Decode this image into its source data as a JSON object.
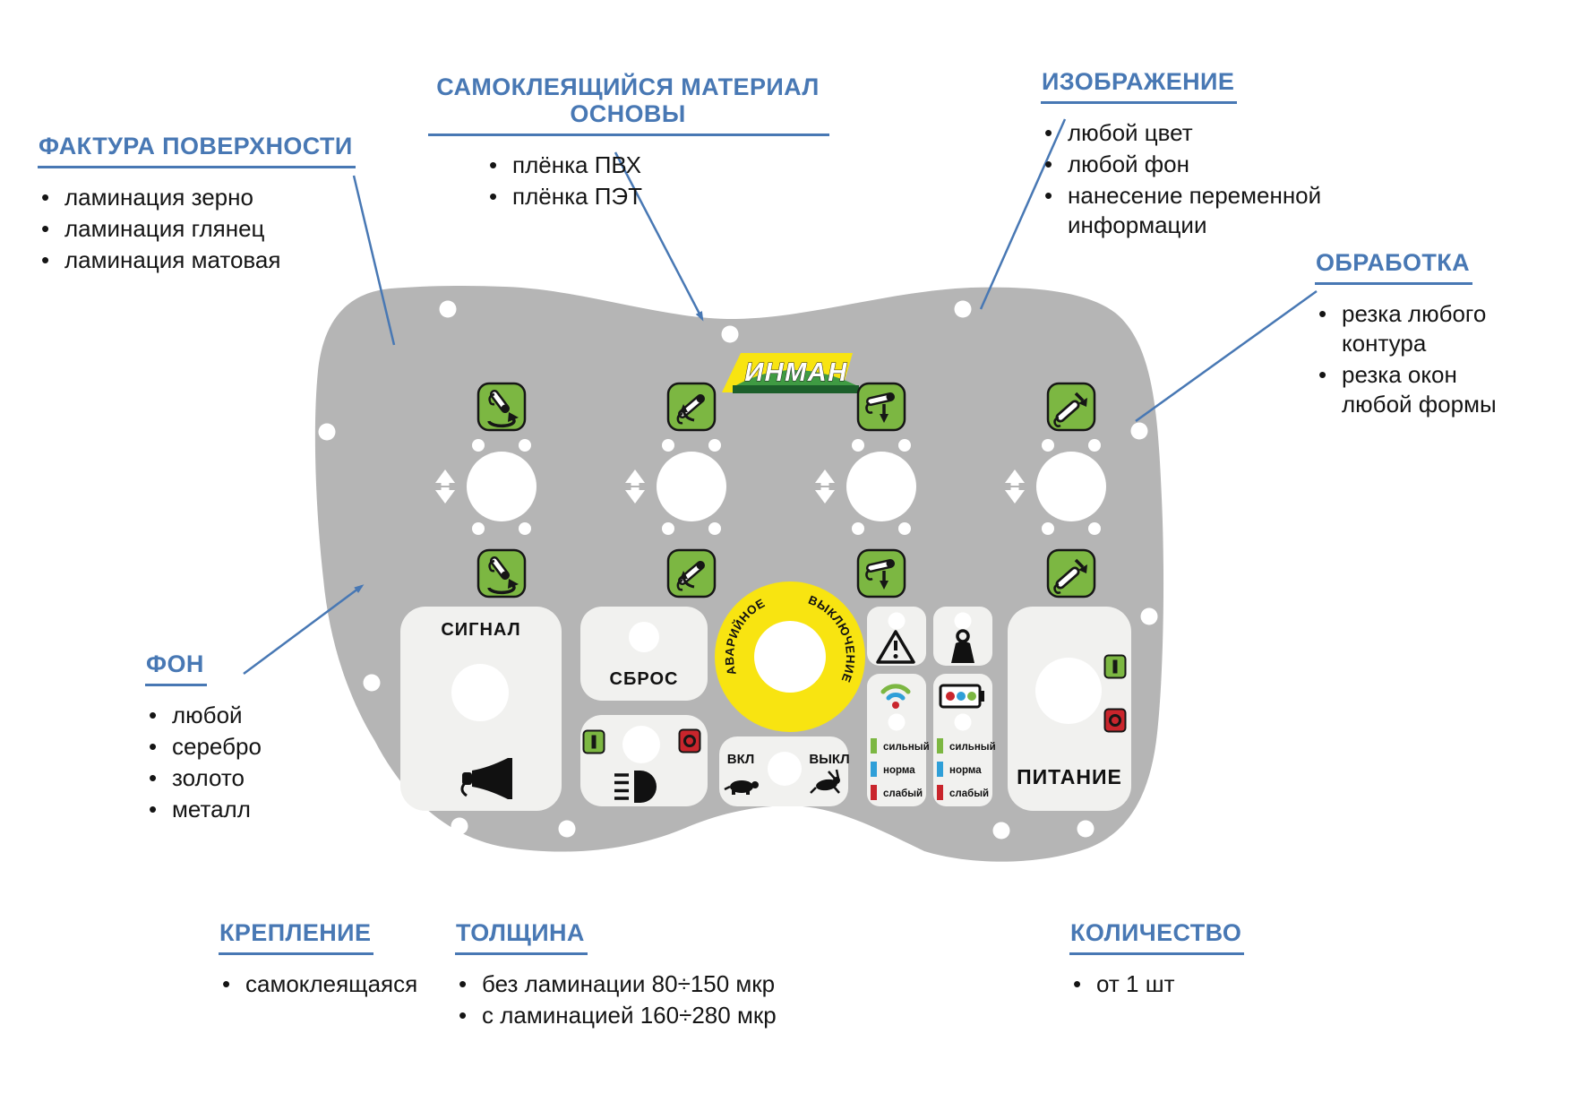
{
  "callouts": {
    "texture": {
      "title": "ФАКТУРА ПОВЕРХНОСТИ",
      "items": [
        "ламинация зерно",
        "ламинация глянец",
        "ламинация матовая"
      ]
    },
    "material": {
      "title": "САМОКЛЕЯЩИЙСЯ МАТЕРИАЛ\nОСНОВЫ",
      "items": [
        "плёнка ПВХ",
        "плёнка ПЭТ"
      ]
    },
    "image": {
      "title": "ИЗОБРАЖЕНИЕ",
      "items": [
        "любой цвет",
        "любой фон",
        "нанесение переменной\nинформации"
      ]
    },
    "processing": {
      "title": "ОБРАБОТКА",
      "items": [
        "резка любого\nконтура",
        "резка окон\nлюбой формы"
      ]
    },
    "background": {
      "title": "ФОН",
      "items": [
        "любой",
        "серебро",
        "золото",
        "металл"
      ]
    },
    "mounting": {
      "title": "КРЕПЛЕНИЕ",
      "items": [
        "самоклеящаяся"
      ]
    },
    "thickness": {
      "title": "ТОЛЩИНА",
      "items": [
        "без ламинации 80÷150 мкр",
        "с ламинацией 160÷280 мкр"
      ]
    },
    "quantity": {
      "title": "КОЛИЧЕСТВО",
      "items": [
        "от 1 шт"
      ]
    }
  },
  "device": {
    "brand": "ИНМАН",
    "labels": {
      "signal": "СИГНАЛ",
      "reset": "СБРОС",
      "on": "ВКЛ",
      "off": "ВЫКЛ",
      "power": "ПИТАНИЕ"
    },
    "emergency": {
      "line1": "АВАРИЙНОЕ",
      "line2": "ВЫКЛЮЧЕНИЕ"
    },
    "signal_levels": {
      "strong": "сильный",
      "normal": "норма",
      "weak": "слабый"
    }
  },
  "colors": {
    "accent_blue": "#4878b4",
    "plate_gray": "#b5b5b5",
    "subpanel_white": "#f1f1ef",
    "key_green": "#7cb742",
    "emergency_yellow": "#f8e411",
    "indicator_green": "#7cb742",
    "indicator_blue": "#2f9fd8",
    "indicator_red": "#c9252c",
    "logo_green": "#3f9b43"
  }
}
